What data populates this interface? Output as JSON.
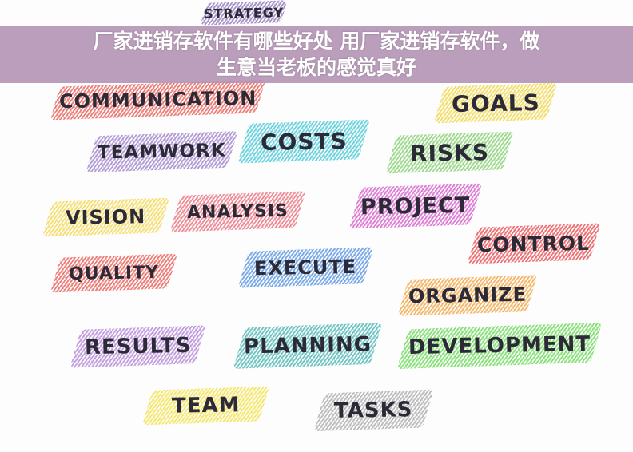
{
  "banner": {
    "line1": "厂家进销存软件有哪些好处 用厂家进销存软件，做",
    "line2": "生意当老板的感觉真好",
    "color": "#b294b4"
  },
  "words": [
    {
      "text": "STRATEGY",
      "color": "#8b6fb8"
    },
    {
      "text": "COMMUNICATION",
      "color": "#e8554f"
    },
    {
      "text": "GOALS",
      "color": "#f2d43a"
    },
    {
      "text": "TEAMWORK",
      "color": "#9b7cc9"
    },
    {
      "text": "COSTS",
      "color": "#3cc5d6"
    },
    {
      "text": "RISKS",
      "color": "#7fcf6a"
    },
    {
      "text": "VISION",
      "color": "#f4d545"
    },
    {
      "text": "ANALYSIS",
      "color": "#e86a78"
    },
    {
      "text": "PROJECT",
      "color": "#d455c8"
    },
    {
      "text": "CONTROL",
      "color": "#e8454a"
    },
    {
      "text": "QUALITY",
      "color": "#e8554f"
    },
    {
      "text": "EXECUTE",
      "color": "#4f8fe0"
    },
    {
      "text": "ORGANIZE",
      "color": "#f3a23a"
    },
    {
      "text": "RESULTS",
      "color": "#b07fd6"
    },
    {
      "text": "PLANNING",
      "color": "#3fb3b0"
    },
    {
      "text": "DEVELOPMENT",
      "color": "#63d84f"
    },
    {
      "text": "TEAM",
      "color": "#f2e03a"
    },
    {
      "text": "TASKS",
      "color": "#a8a8a8"
    }
  ]
}
